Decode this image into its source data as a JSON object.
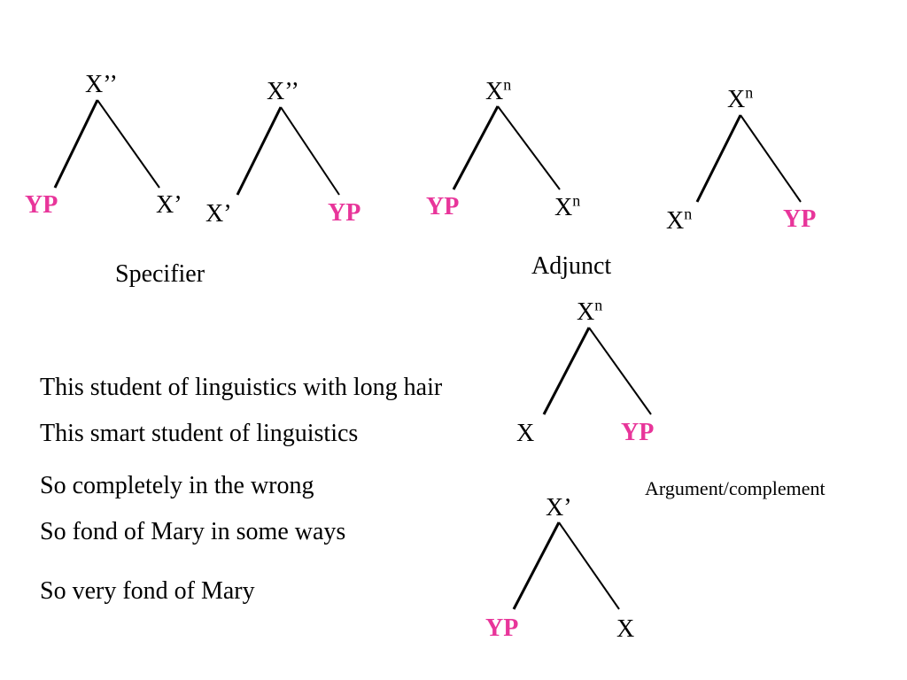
{
  "colors": {
    "phrase": "#e8359a",
    "text": "#000000"
  },
  "trees": [
    {
      "root": "X’’",
      "left": "YP",
      "right": "X’"
    },
    {
      "root": "X’’",
      "left": "X’",
      "right": "YP"
    },
    {
      "root": "X",
      "root_sup": "n",
      "left": "YP",
      "right": "X",
      "right_sup": "n"
    },
    {
      "root": "X",
      "root_sup": "n",
      "left": "X",
      "left_sup": "n",
      "right": "YP"
    },
    {
      "root": "X",
      "root_sup": "n",
      "left": "X",
      "right": "YP"
    },
    {
      "root": "X’",
      "left": "YP",
      "right": "X"
    }
  ],
  "captions": {
    "specifier": "Specifier",
    "adjunct": "Adjunct",
    "argument": "Argument/complement"
  },
  "examples": [
    "This student of linguistics with long hair",
    "This smart student of linguistics",
    "So completely in the wrong",
    "So fond of Mary in some ways",
    "So very fond of Mary"
  ]
}
